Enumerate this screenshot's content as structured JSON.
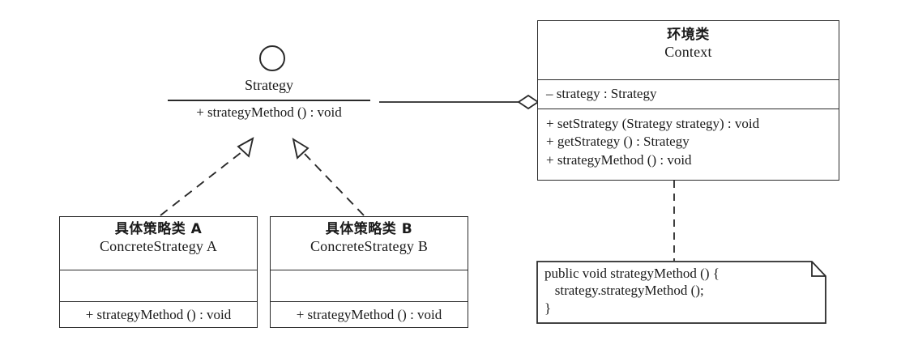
{
  "diagram": {
    "title": "Strategy Pattern Class Diagram",
    "type": "uml-class-diagram",
    "stroke_color": "#2a2a2a",
    "background_color": "#ffffff"
  },
  "interface": {
    "icon": "lollipop-circle",
    "name": "Strategy",
    "operations": [
      "+ strategyMethod () : void"
    ]
  },
  "context": {
    "name_zh": "环境类",
    "name_en": "Context",
    "attributes": [
      "– strategy : Strategy"
    ],
    "operations": [
      "+ setStrategy (Strategy strategy) : void",
      "+ getStrategy () : Strategy",
      "+ strategyMethod () : void"
    ]
  },
  "concrete_strategies": [
    {
      "name_zh": "具体策略类 A",
      "name_en": "ConcreteStrategy A",
      "attributes": [],
      "operations": [
        "+ strategyMethod () : void"
      ]
    },
    {
      "name_zh": "具体策略类 B",
      "name_en": "ConcreteStrategy B",
      "attributes": [],
      "operations": [
        "+ strategyMethod () : void"
      ]
    }
  ],
  "note": {
    "code": "public void strategyMethod () {\n   strategy.strategyMethod ();\n}"
  },
  "relations": [
    {
      "kind": "aggregation",
      "from": "Context",
      "to": "Strategy",
      "marker": "hollow-diamond",
      "line": "solid"
    },
    {
      "kind": "realization",
      "from": "ConcreteStrategy A",
      "to": "Strategy",
      "marker": "hollow-triangle",
      "line": "dashed"
    },
    {
      "kind": "realization",
      "from": "ConcreteStrategy B",
      "to": "Strategy",
      "marker": "hollow-triangle",
      "line": "dashed"
    },
    {
      "kind": "note-anchor",
      "from": "Context",
      "to": "note",
      "marker": "none",
      "line": "dashed"
    }
  ]
}
